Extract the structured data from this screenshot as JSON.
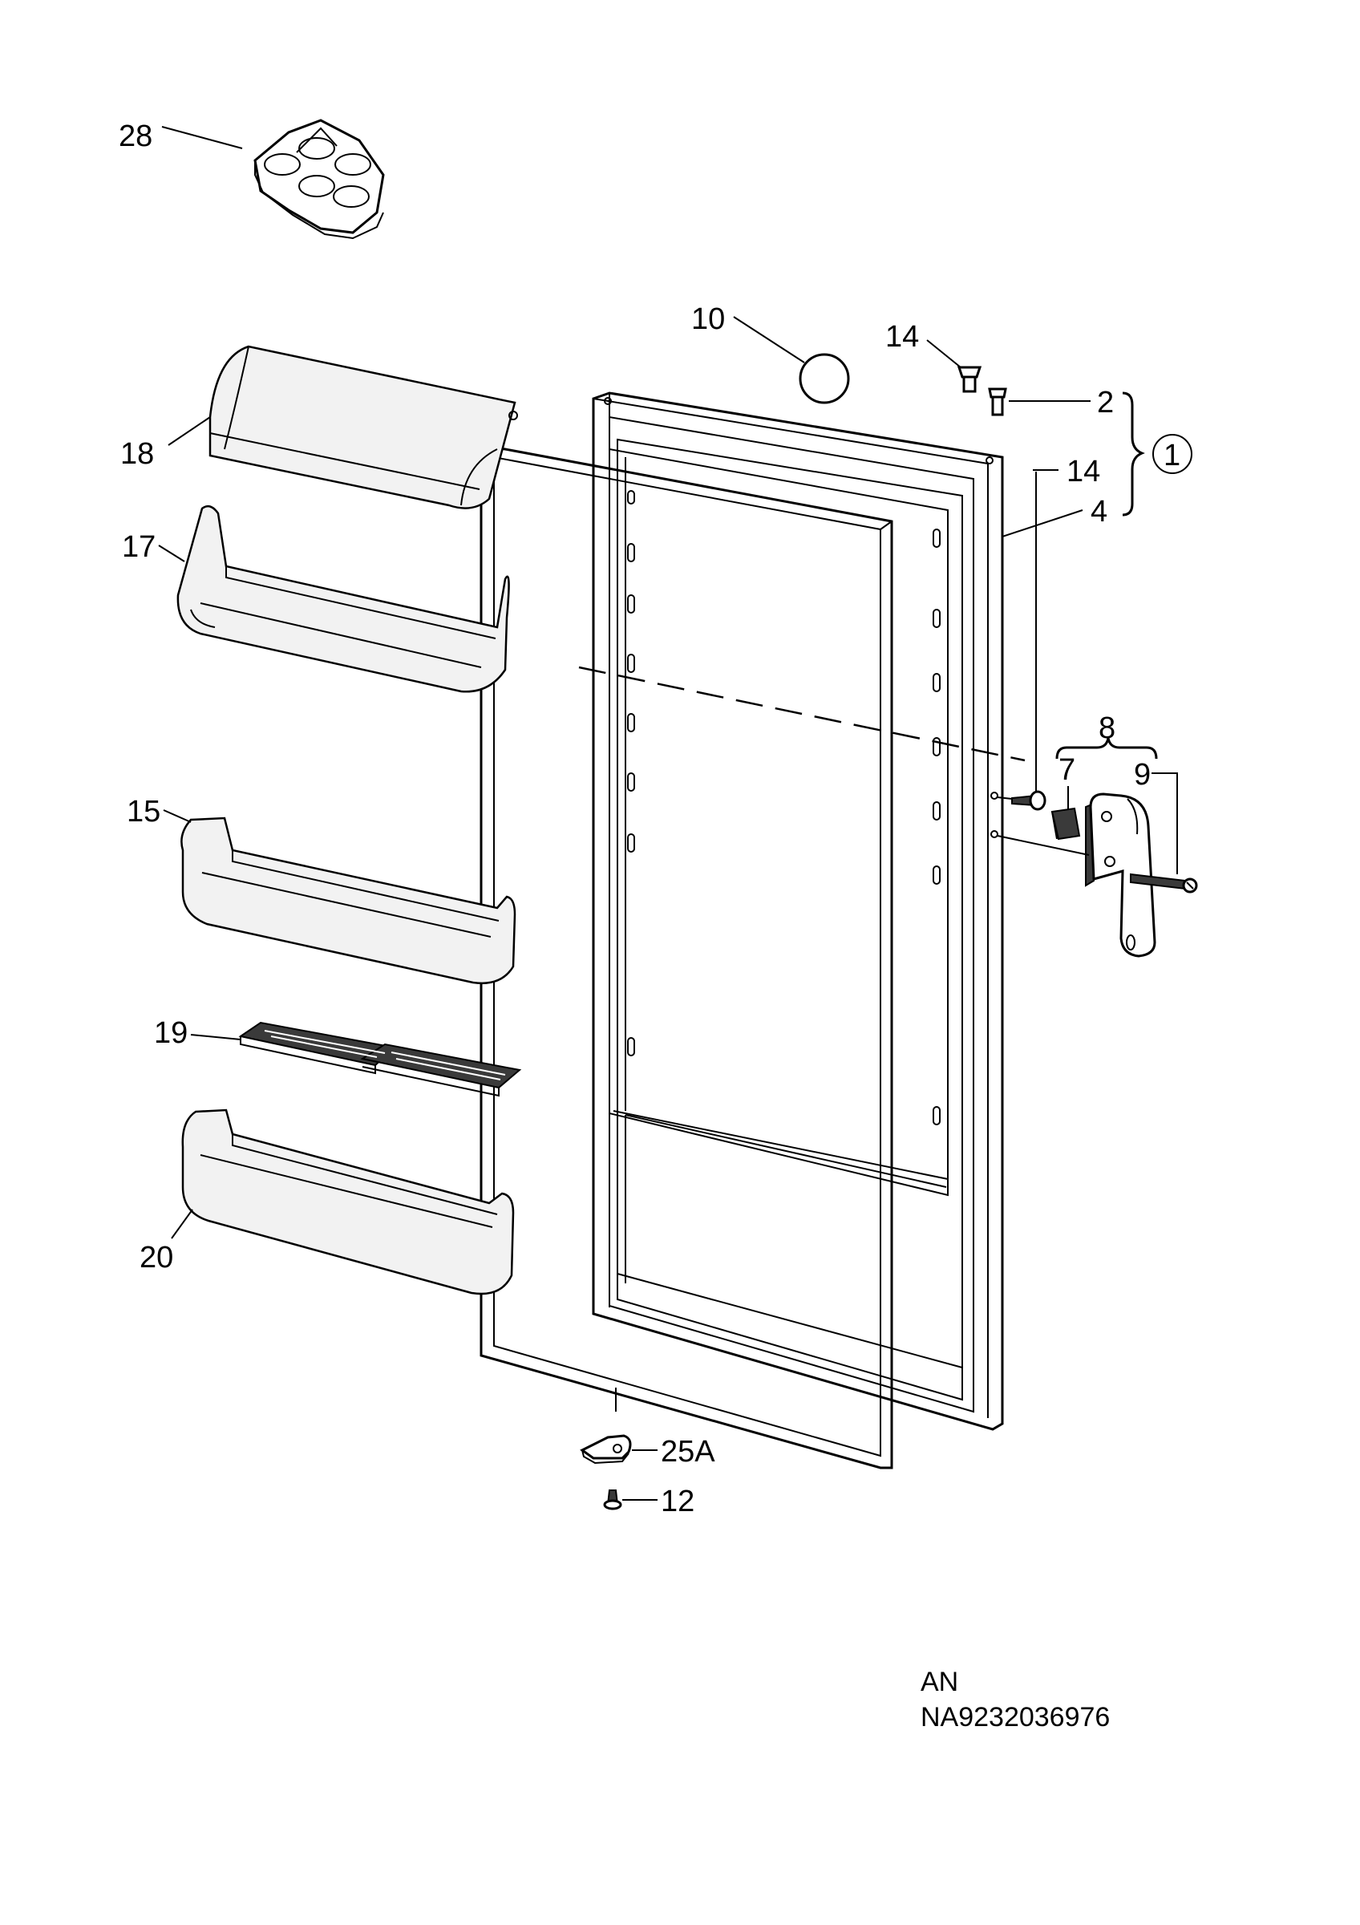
{
  "labels": {
    "p28": "28",
    "p10": "10",
    "p14_top": "14",
    "p2": "2",
    "p1": "1",
    "p14_side": "14",
    "p4": "4",
    "p18": "18",
    "p17": "17",
    "p15": "15",
    "p8": "8",
    "p7": "7",
    "p9": "9",
    "p19": "19",
    "p20": "20",
    "p25A": "25A",
    "p12": "12"
  },
  "footer": {
    "line1": "AN",
    "line2": "NA9232036976"
  },
  "icons": {
    "part1_marker": "circled-number-icon",
    "group_brace": "right-brace-icon"
  }
}
